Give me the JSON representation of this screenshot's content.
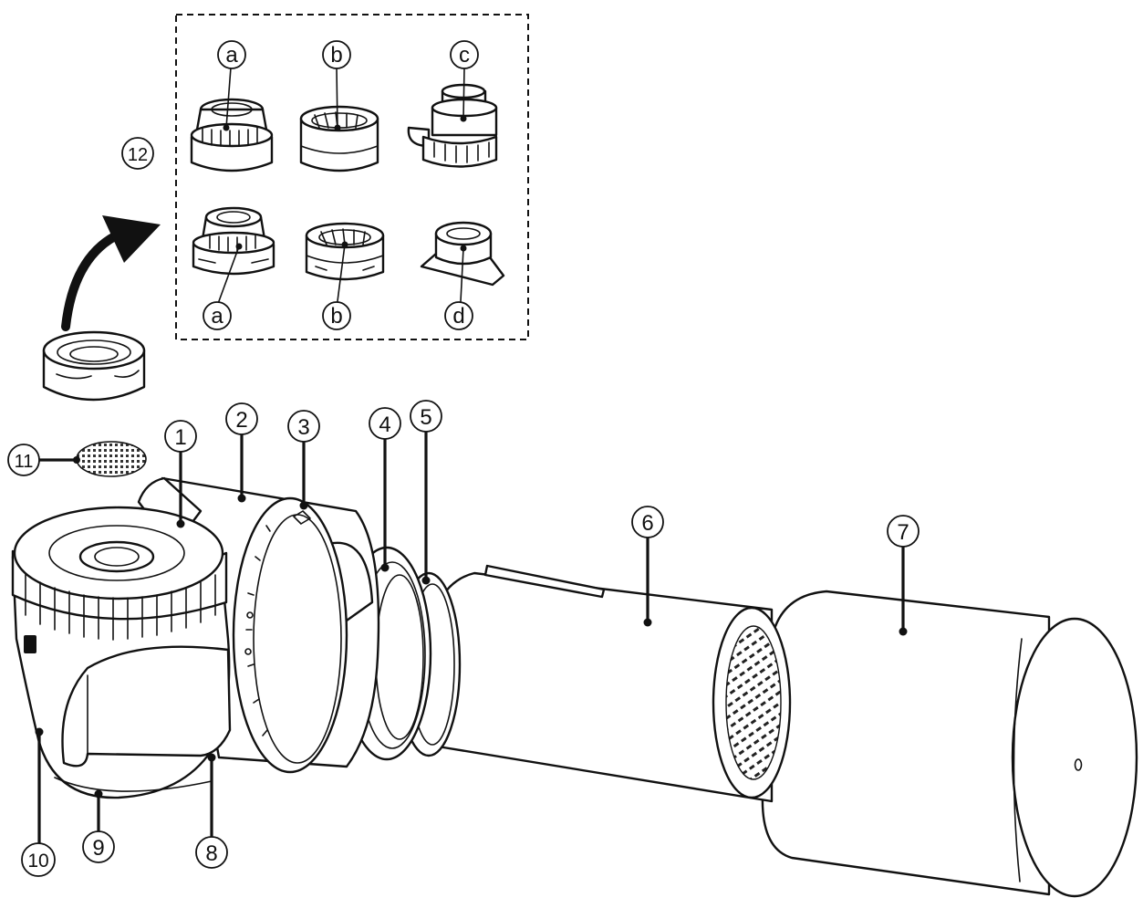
{
  "callouts": {
    "c1": "1",
    "c2": "2",
    "c3": "3",
    "c4": "4",
    "c5": "5",
    "c6": "6",
    "c7": "7",
    "c8": "8",
    "c9": "9",
    "c10": "10",
    "c11": "11",
    "c12": "12"
  },
  "accessory_labels": {
    "top_a": "a",
    "top_b": "b",
    "top_c": "c",
    "bottom_a": "a",
    "bottom_b": "b",
    "bottom_d": "d"
  },
  "colors": {
    "line": "#111111",
    "fill": "#ffffff"
  }
}
